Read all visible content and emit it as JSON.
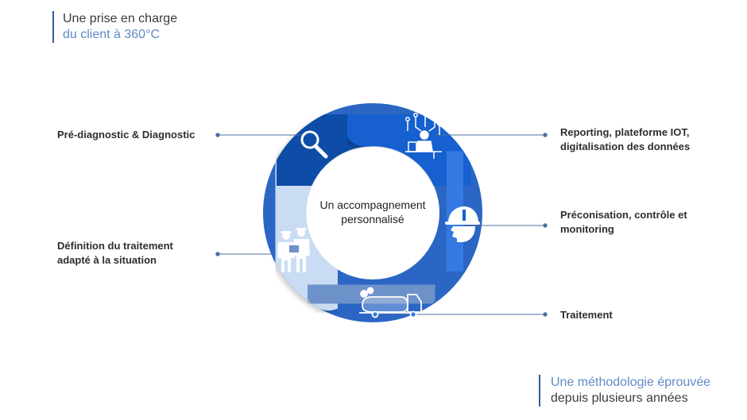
{
  "header": {
    "line1": "Une prise en charge",
    "line2": "du client à 360°C"
  },
  "footer": {
    "line1": "Une méthodologie éprouvée",
    "line2": "depuis plusieurs années"
  },
  "center": {
    "text": "Un accompagnement\npersonnalisé"
  },
  "steps": [
    {
      "label": "Pré-diagnostic & Diagnostic",
      "icon": "magnifier-icon",
      "color": "#c9dcf3"
    },
    {
      "label": "Reporting, plateforme IOT,\ndigitalisation des données",
      "icon": "network-user-icon",
      "color": "#0f4ea8"
    },
    {
      "label": "Préconisation, contrôle et\nmonitoring",
      "icon": "hardhat-head-icon",
      "color": "#1460cf"
    },
    {
      "label": "Traitement",
      "icon": "tanker-truck-icon",
      "color": "#3479e3"
    },
    {
      "label": "Définition du traitement\nadapté à la situation",
      "icon": "two-workers-icon",
      "color": "#6d92c9"
    }
  ],
  "colors": {
    "title_bar": "#2f5f9e",
    "connector": "#4d6f9f"
  }
}
